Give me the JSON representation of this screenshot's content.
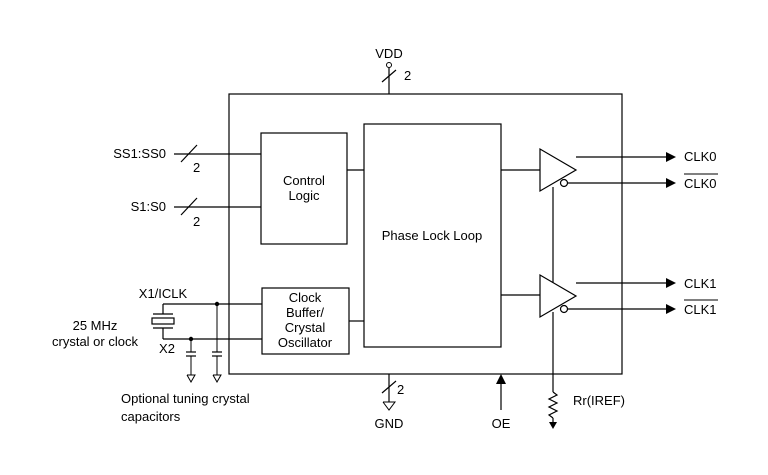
{
  "diagram": {
    "pins": {
      "vdd": "VDD",
      "gnd": "GND",
      "oe": "OE",
      "ss": "SS1:SS0",
      "s": "S1:S0",
      "x1": "X1/ICLK",
      "x2": "X2",
      "rr": "Rr(IREF)",
      "clk0": "CLK0",
      "clk0_bar": "CLK0",
      "clk1": "CLK1",
      "clk1_bar": "CLK1"
    },
    "bus_widths": {
      "vdd": "2",
      "gnd": "2",
      "ss": "2",
      "s": "2"
    },
    "blocks": {
      "control_logic": [
        "Control",
        "Logic"
      ],
      "pll": "Phase Lock Loop",
      "clock_buffer": [
        "Clock",
        "Buffer/",
        "Crystal",
        "Oscillator"
      ]
    },
    "notes": {
      "crystal": [
        "25 MHz",
        "crystal or clock"
      ],
      "tuning": [
        "Optional tuning crystal",
        "capacitors"
      ]
    }
  }
}
